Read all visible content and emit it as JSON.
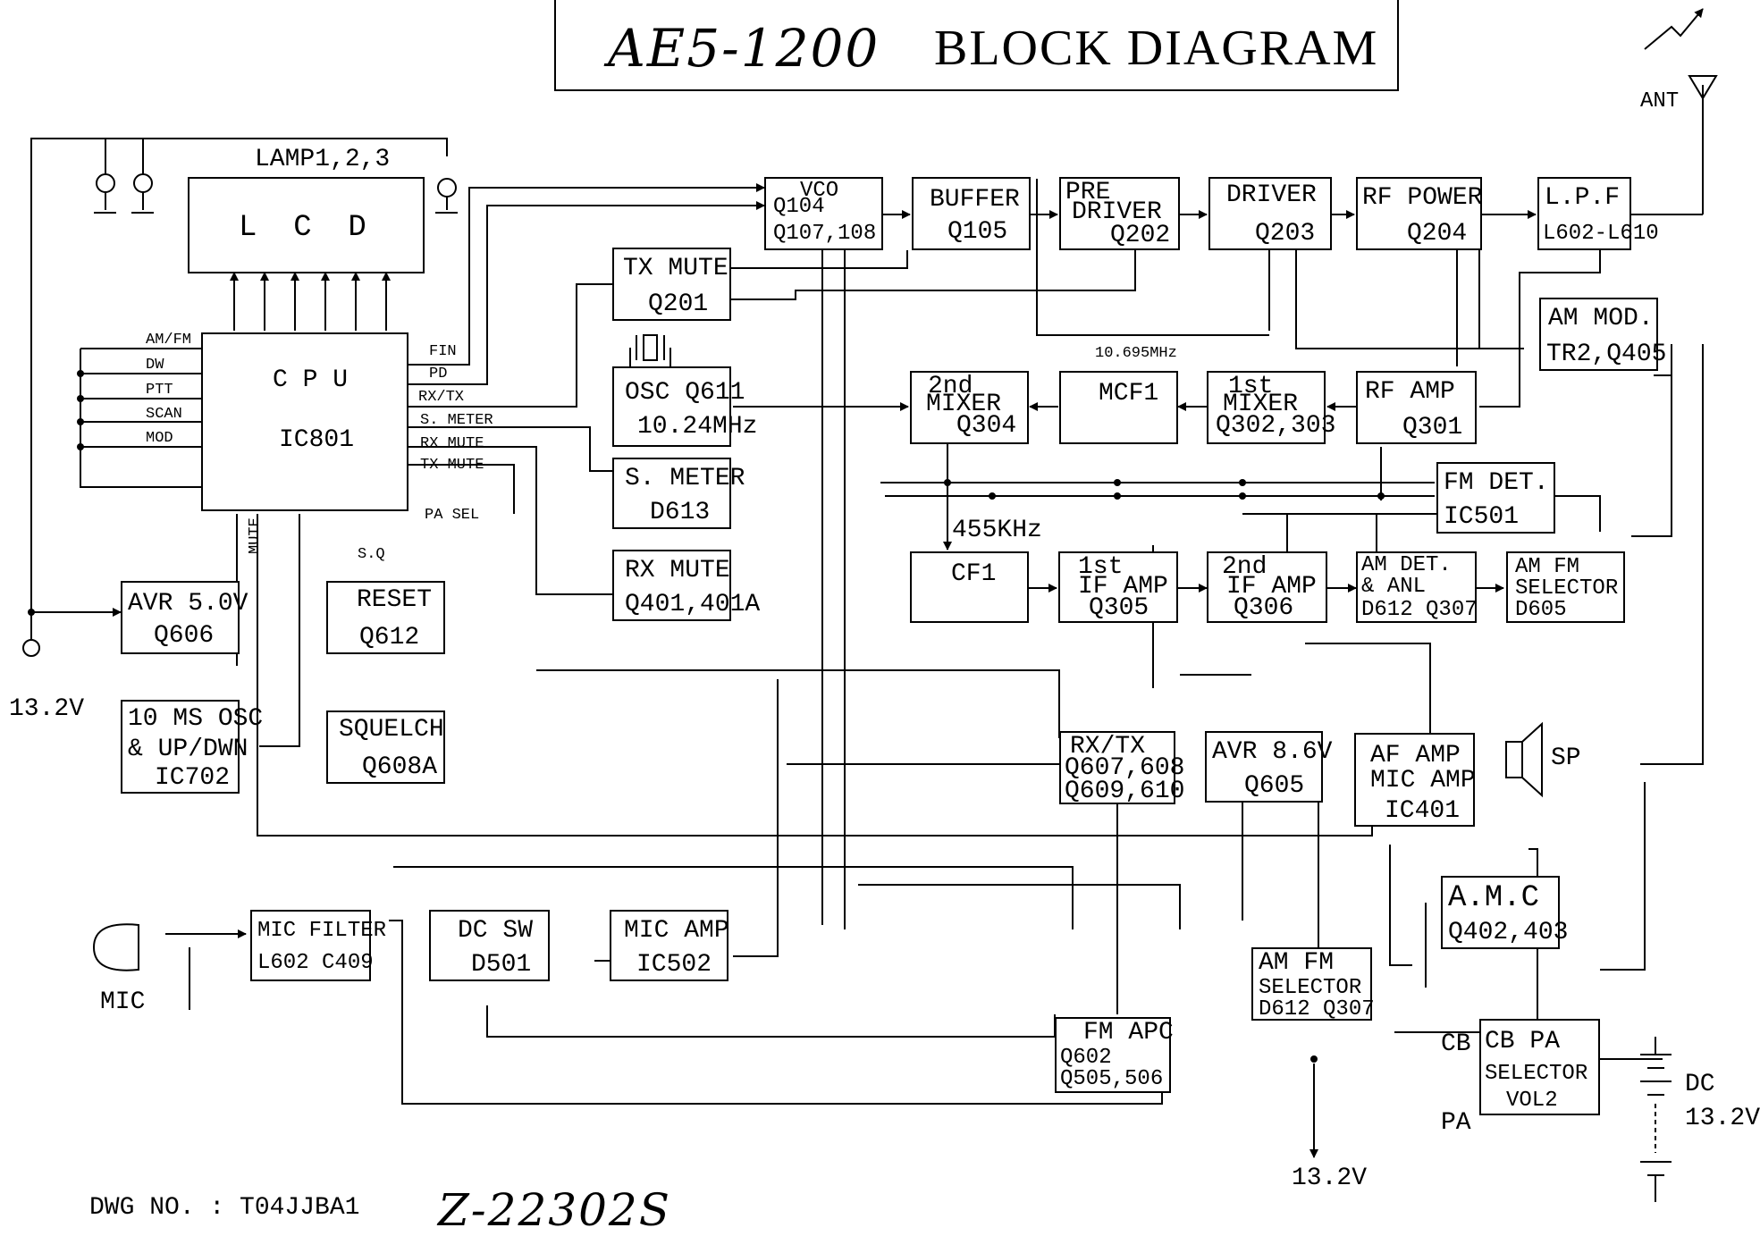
{
  "title": {
    "handwritten": "AE5-1200",
    "printed": "BLOCK DIAGRAM"
  },
  "drawing_number": "DWG NO. : T04JJBA1",
  "signature": "Z-22302S",
  "blocks": {
    "lamp": {
      "title": "LAMP1,2,3"
    },
    "lcd": {
      "label": "L  C  D"
    },
    "cpu": {
      "name": "C P U",
      "part": "IC801"
    },
    "vco": {
      "name": "VCO",
      "part1": "Q104",
      "part2": "Q107,108"
    },
    "buffer": {
      "name": "BUFFER",
      "part": "Q105"
    },
    "predriver": {
      "name1": "PRE",
      "name2": "DRIVER",
      "part": "Q202"
    },
    "driver": {
      "name": "DRIVER",
      "part": "Q203"
    },
    "rfpower": {
      "name": "RF POWER",
      "part": "Q204"
    },
    "lpf": {
      "name": "L.P.F",
      "part": "L602-L610"
    },
    "txmute": {
      "name": "TX MUTE",
      "part": "Q201"
    },
    "amMod": {
      "name": "AM MOD.",
      "part": "TR2,Q405"
    },
    "osc": {
      "name": "OSC Q611",
      "freq": "10.24MHz"
    },
    "mixer2": {
      "name1": "2nd",
      "name2": "MIXER",
      "part": "Q304"
    },
    "mcf1": {
      "name": "MCF1",
      "freq": "10.695MHz"
    },
    "mixer1": {
      "name1": "1st",
      "name2": "MIXER",
      "part": "Q302,303"
    },
    "rfamp": {
      "name": "RF AMP",
      "part": "Q301"
    },
    "smeter": {
      "name": "S. METER",
      "part": "D613"
    },
    "fmdet": {
      "name": "FM DET.",
      "part": "IC501"
    },
    "cf1": {
      "name": "CF1",
      "freq": "455KHz"
    },
    "ifamp1": {
      "name1": "1st",
      "name2": "IF AMP",
      "part": "Q305"
    },
    "ifamp2": {
      "name1": "2nd",
      "name2": "IF AMP",
      "part": "Q306"
    },
    "amdet": {
      "name1": "AM DET.",
      "name2": "& ANL",
      "part": "D612 Q307"
    },
    "amfmSel1": {
      "name1": "AM FM",
      "name2": "SELECTOR",
      "part": "D605"
    },
    "rxmute": {
      "name": "RX MUTE",
      "part": "Q401,401A"
    },
    "avr5": {
      "name": "AVR 5.0V",
      "part": "Q606"
    },
    "reset": {
      "name": "RESET",
      "part": "Q612"
    },
    "osc10ms": {
      "name1": "10 MS OSC",
      "name2": "& UP/DWN",
      "part": "IC702"
    },
    "squelch": {
      "name": "SQUELCH",
      "part": "Q608A"
    },
    "rxtx": {
      "name": "RX/TX",
      "part1": "Q607,608",
      "part2": "Q609,610"
    },
    "avr86": {
      "name": "AVR 8.6V",
      "part": "Q605"
    },
    "afamp": {
      "name1": "AF AMP",
      "name2": "MIC AMP",
      "part": "IC401"
    },
    "amc": {
      "name": "A.M.C",
      "part": "Q402,403"
    },
    "micfilter": {
      "name": "MIC FILTER",
      "part": "L602 C409"
    },
    "dcsw": {
      "name": "DC SW",
      "part": "D501"
    },
    "micamp": {
      "name": "MIC AMP",
      "part": "IC502"
    },
    "amfmSel2": {
      "name1": "AM FM",
      "name2": "SELECTOR",
      "part": "D612 Q307"
    },
    "fmapc": {
      "name": "FM APC",
      "part1": "Q602",
      "part2": "Q505,506"
    },
    "cbpa": {
      "name1": "CB PA",
      "name2": "SELECTOR",
      "part": "VOL2"
    }
  },
  "labels": {
    "ant": "ANT",
    "sp": "SP",
    "mic": "MIC",
    "v132_left": "13.2V",
    "v132_bottom": "13.2V",
    "dc": "DC",
    "dc_v": "13.2V",
    "cb": "CB",
    "pa": "PA",
    "mute": "MUTE",
    "pa_sel": "PA SEL",
    "sq": "S.Q"
  },
  "cpu_pins": {
    "left": [
      "AM/FM",
      "DW",
      "PTT",
      "SCAN",
      "MOD"
    ],
    "right": [
      "FIN",
      "PD",
      "RX/TX",
      "S. METER",
      "RX MUTE",
      "TX MUTE"
    ]
  }
}
